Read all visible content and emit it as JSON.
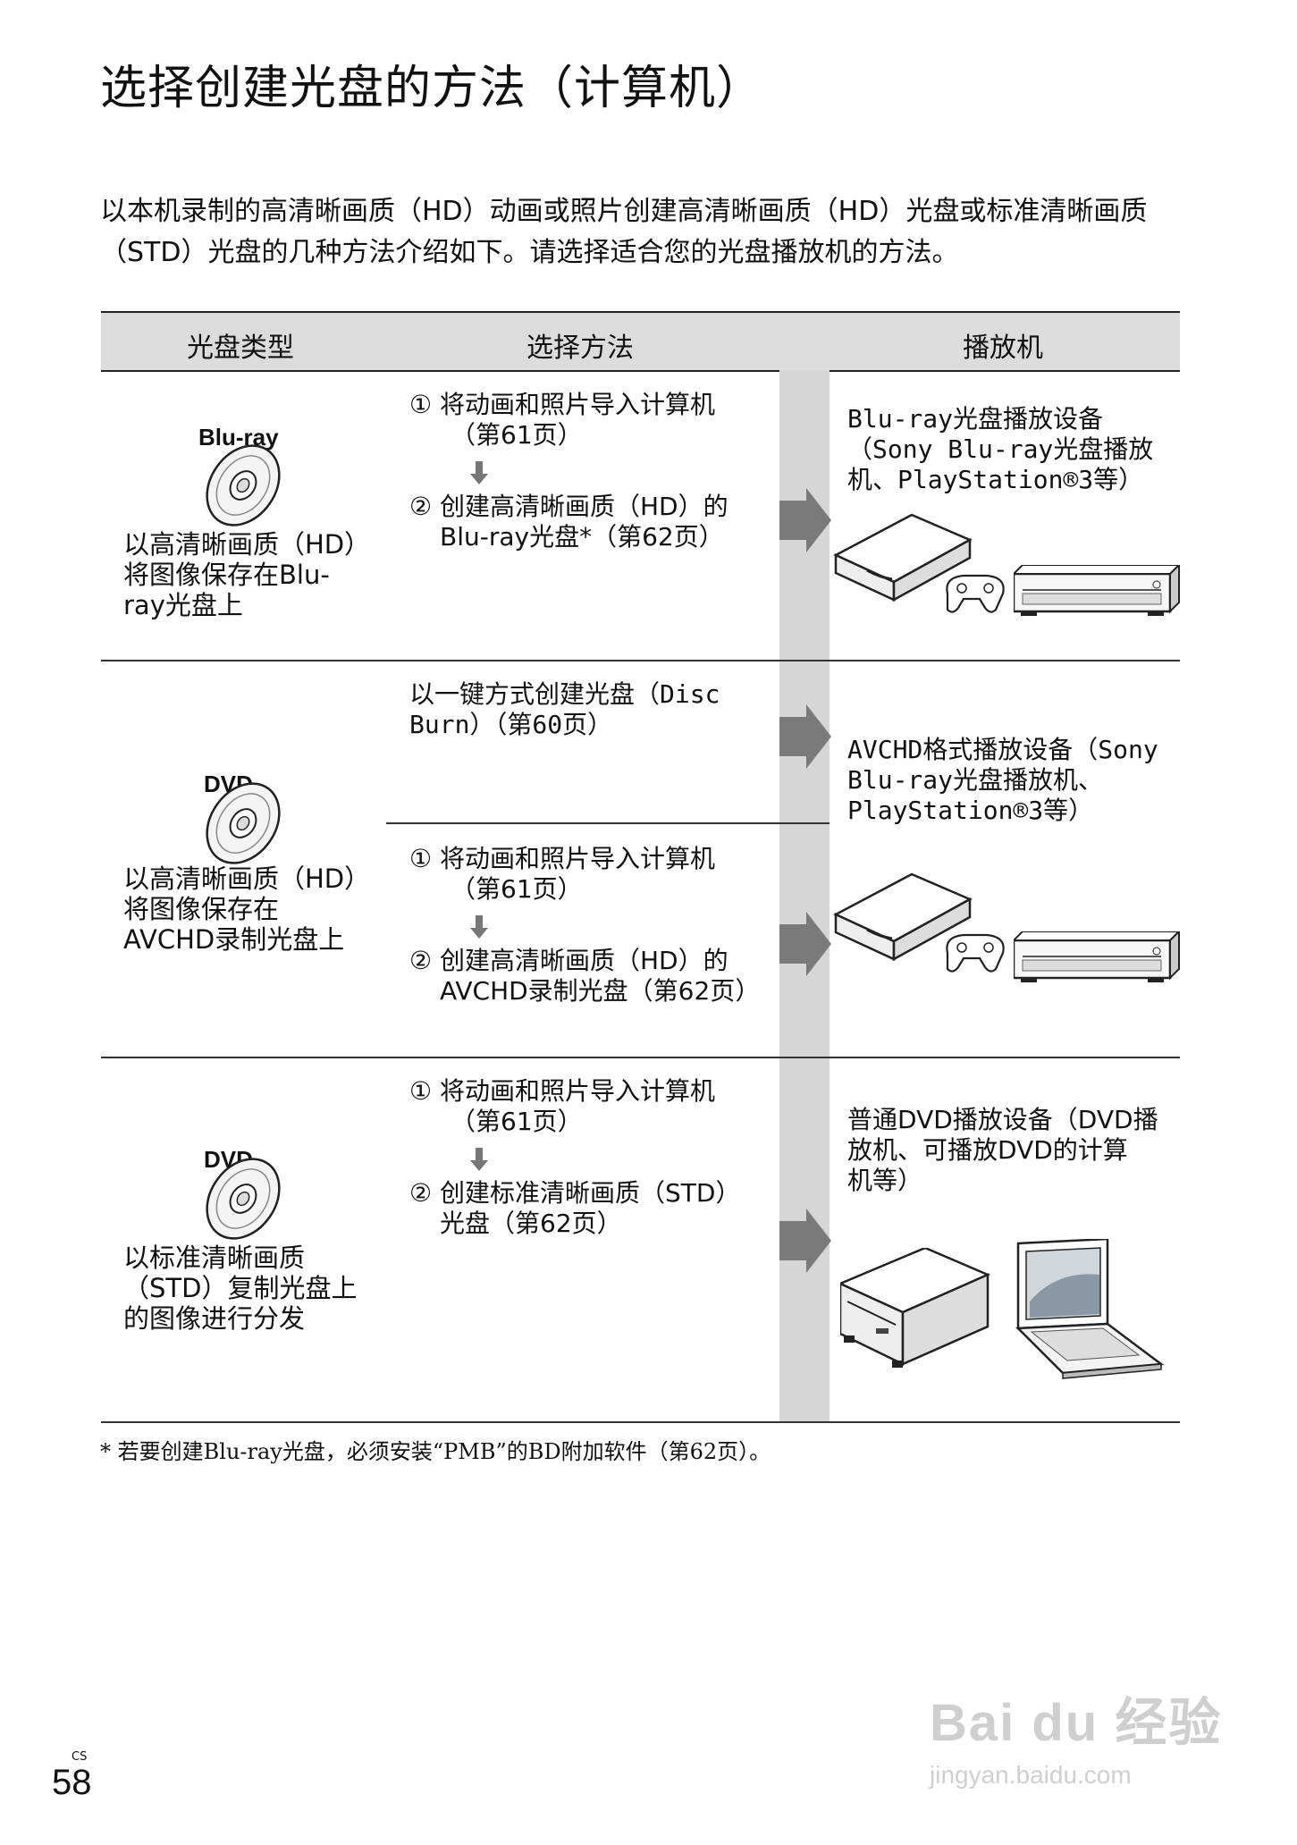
{
  "title": "选择创建光盘的方法（计算机）",
  "intro": "以本机录制的高清晰画质（HD）动画或照片创建高清晰画质（HD）光盘或标准清晰画质（STD）光盘的几种方法介绍如下。请选择适合您的光盘播放机的方法。",
  "table": {
    "headers": [
      "光盘类型",
      "选择方法",
      "播放机"
    ],
    "rows": [
      {
        "disc_logo": "Blu-ray",
        "disc_caption": [
          "以高清晰画质（HD）",
          "将图像保存在Blu-",
          "ray光盘上"
        ],
        "step1": [
          "① 将动画和照片导入计算机",
          "（第61页）"
        ],
        "step2": [
          "② 创建高清晰画质（HD）的",
          "Blu-ray光盘*（第62页）"
        ],
        "player": [
          "Blu-ray光盘播放设备",
          "（Sony Blu-ray光盘播放",
          "机、PlayStation®3等）"
        ]
      },
      {
        "disc_logo": "DVD",
        "disc_caption": [
          "以高清晰画质（HD）",
          "将图像保存在",
          "AVCHD录制光盘上"
        ],
        "onekey": [
          "以一键方式创建光盘（Disc",
          "Burn）（第60页）"
        ],
        "step1": [
          "① 将动画和照片导入计算机",
          "（第61页）"
        ],
        "step2": [
          "② 创建高清晰画质（HD）的",
          "AVCHD录制光盘（第62页）"
        ],
        "player": [
          "AVCHD格式播放设备（Sony",
          "Blu-ray光盘播放机、",
          "PlayStation®3等）"
        ]
      },
      {
        "disc_logo": "DVD",
        "disc_caption": [
          "以标准清晰画质",
          "（STD）复制光盘上",
          "的图像进行分发"
        ],
        "step1": [
          "① 将动画和照片导入计算机",
          "（第61页）"
        ],
        "step2": [
          "② 创建标准清晰画质（STD）",
          "光盘（第62页）"
        ],
        "player": [
          "普通DVD播放设备（DVD播",
          "放机、可播放DVD的计算",
          "机等）"
        ]
      }
    ]
  },
  "footnote": "* 若要创建Blu-ray光盘，必须安装“PMB”的BD附加软件（第62页）。",
  "page": {
    "lang": "CS",
    "number": "58"
  },
  "watermark": {
    "brand": "Bai du 经验",
    "url": "jingyan.baidu.com"
  }
}
